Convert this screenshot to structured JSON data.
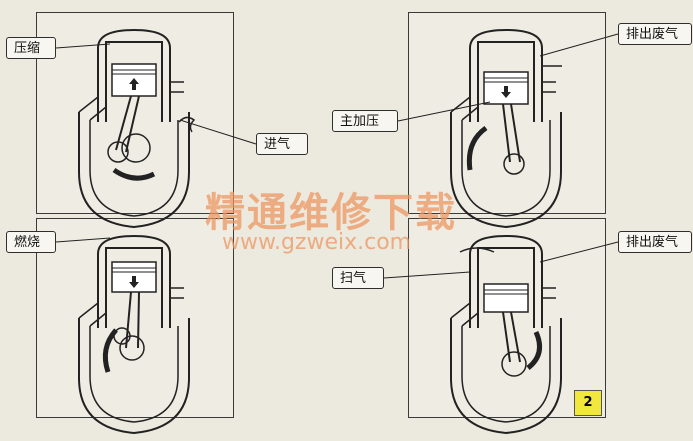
{
  "labels": {
    "compression": "压缩",
    "intake": "进气",
    "exhaust_top": "排出废气",
    "supercharge": "主加压",
    "combustion": "燃烧",
    "exhaust_bottom": "排出废气",
    "scavenge": "扫气"
  },
  "watermark": {
    "chinese": "精通维修下载",
    "url": "www.gzweix.com"
  },
  "page_number": "2"
}
